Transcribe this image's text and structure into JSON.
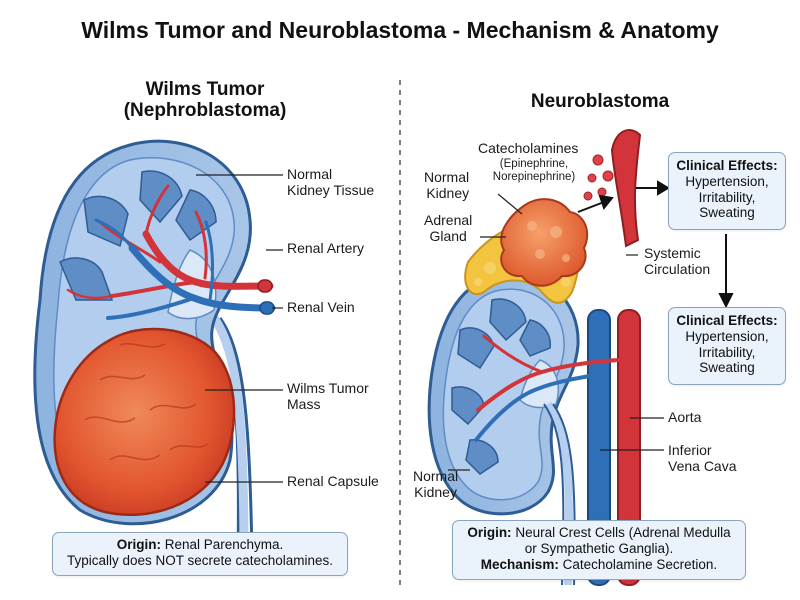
{
  "title": "Wilms Tumor and Neuroblastoma - Mechanism & Anatomy",
  "wilms": {
    "heading_line1": "Wilms Tumor",
    "heading_line2": "(Nephroblastoma)",
    "labels": {
      "normal_tissue_1": "Normal",
      "normal_tissue_2": "Kidney Tissue",
      "renal_artery": "Renal Artery",
      "renal_vein": "Renal Vein",
      "tumor_mass_1": "Wilms Tumor",
      "tumor_mass_2": "Mass",
      "renal_capsule": "Renal Capsule"
    },
    "origin_label": "Origin:",
    "origin_text": "Renal Parenchyma.",
    "origin_note": "Typically does NOT secrete catecholamines."
  },
  "neuro": {
    "heading": "Neuroblastoma",
    "labels": {
      "catecholamines": "Catecholamines",
      "catecholamines_sub1": "(Epinephrine,",
      "catecholamines_sub2": "Norepinephrine)",
      "normal_kidney_top_1": "Normal",
      "normal_kidney_top_2": "Kidney",
      "adrenal_gland_1": "Adrenal",
      "adrenal_gland_2": "Gland",
      "systemic_1": "Systemic",
      "systemic_2": "Circulation",
      "aorta": "Aorta",
      "ivc_1": "Inferior",
      "ivc_2": "Vena Cava",
      "normal_kidney_bottom_1": "Normal",
      "normal_kidney_bottom_2": "Kidney"
    },
    "effects_box_1": {
      "title": "Clinical Effects:",
      "line1": "Hypertension,",
      "line2": "Irritability,",
      "line3": "Sweating"
    },
    "effects_box_2": {
      "title": "Clinical Effects:",
      "line1": "Hypertension,",
      "line2": "Irritability,",
      "line3": "Sweating"
    },
    "origin_label": "Origin:",
    "origin_text": "Neural Crest Cells (Adrenal Medulla",
    "origin_text2": "or Sympathetic Ganglia).",
    "mechanism_label": "Mechanism:",
    "mechanism_text": "Catecholamine Secretion."
  },
  "colors": {
    "kidney_fill": "#7fa6d6",
    "kidney_outline": "#2e5c94",
    "artery": "#d2343a",
    "vein": "#2f6fb8",
    "tumor": "#e8603a",
    "adrenal": "#f2c440",
    "box_fill": "#eaf2fb"
  }
}
